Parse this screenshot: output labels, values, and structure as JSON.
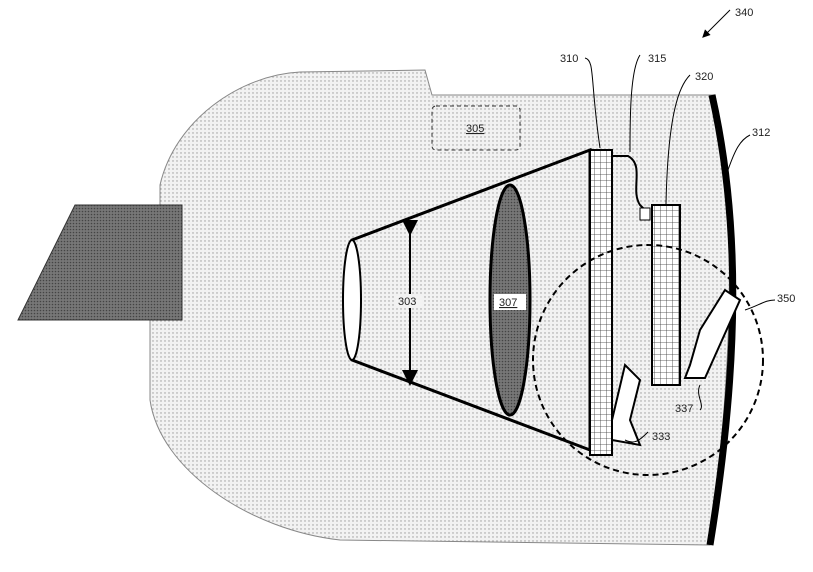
{
  "figure": {
    "labels": {
      "assembly": "340",
      "panel_a": "310",
      "connector": "315",
      "panel_b": "320",
      "lens_surface": "312",
      "component": "305",
      "cone_dimension": "303",
      "lens": "307",
      "region": "350",
      "hook_right": "337",
      "hook_left": "333"
    }
  }
}
